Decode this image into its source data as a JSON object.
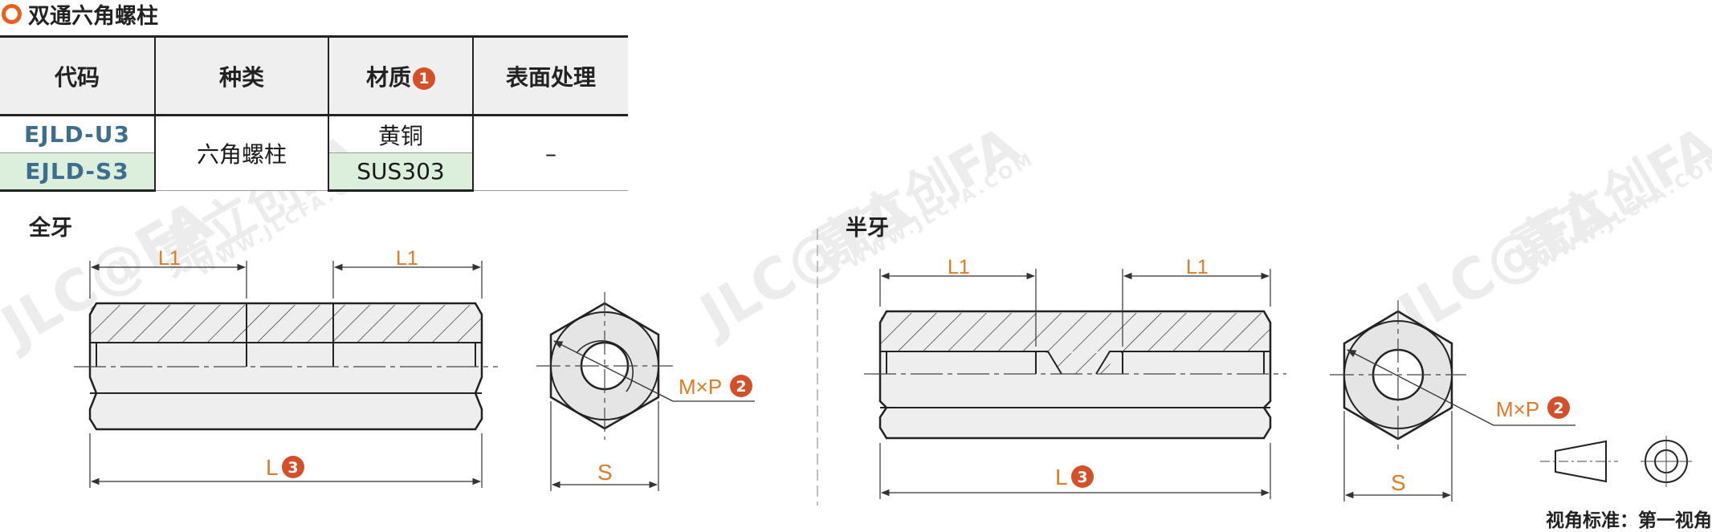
{
  "title": "双通六角螺柱",
  "table": {
    "headers": [
      "代码",
      "种类",
      "材质",
      "表面处理"
    ],
    "material_badge": "1",
    "rows": [
      {
        "code": "EJLD-U3",
        "material": "黄铜"
      },
      {
        "code": "EJLD-S3",
        "material": "SUS303"
      }
    ],
    "type_value": "六角螺柱",
    "surface_value": "–"
  },
  "drawing_left": {
    "label": "全牙",
    "dim_l1_a": "L1",
    "dim_l1_b": "L1",
    "dim_l": "L",
    "dim_l_badge": "3",
    "dim_mxp": "M×P",
    "dim_mxp_badge": "2",
    "dim_s": "S"
  },
  "drawing_right": {
    "label": "半牙",
    "dim_l1_a": "L1",
    "dim_l1_b": "L1",
    "dim_l": "L",
    "dim_l_badge": "3",
    "dim_mxp": "M×P",
    "dim_mxp_badge": "2",
    "dim_s": "S"
  },
  "view_standard": "视角标准：第一视角",
  "watermark": {
    "brand": "嘉立创FA",
    "logo": "JLC@FA",
    "url": "WWW.JLCFA.COM"
  },
  "colors": {
    "accent": "#e8601c",
    "badge": "#d4502a",
    "code_text": "#3d6e8e",
    "row_highlight": "#dcefdc",
    "dimension": "#e07a26"
  }
}
